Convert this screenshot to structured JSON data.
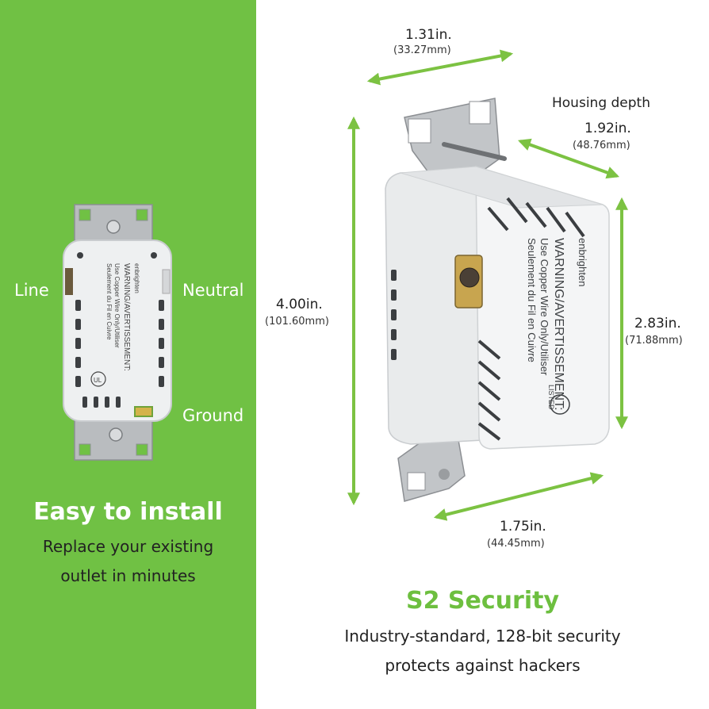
{
  "left": {
    "label_line": "Line",
    "label_neutral": "Neutral",
    "label_ground": "Ground",
    "headline": "Easy to install",
    "sub_line1": "Replace your existing",
    "sub_line2": "outlet in minutes"
  },
  "dimensions": {
    "width": {
      "main": "1.31in.",
      "sub": "(33.27mm)"
    },
    "depth_label": "Housing depth",
    "depth": {
      "main": "1.92in.",
      "sub": "(48.76mm)"
    },
    "height": {
      "main": "4.00in.",
      "sub": "(101.60mm)"
    },
    "body_height": {
      "main": "2.83in.",
      "sub": "(71.88mm)"
    },
    "base_width": {
      "main": "1.75in.",
      "sub": "(44.45mm)"
    }
  },
  "right": {
    "title": "S2 Security",
    "sub_line1": "Industry-standard, 128-bit security",
    "sub_line2": "protects against hackers"
  },
  "device": {
    "brand": "enbrighten",
    "warning": "WARNING/AVERTISSEMENT:",
    "copper_line1": "Use Copper Wire Only/Utiliser",
    "copper_line2": "Seulement du Fil en Cuivre",
    "listed": "LISTED"
  },
  "colors": {
    "brand_green": "#70c144",
    "arrow_green": "#7cc242"
  }
}
